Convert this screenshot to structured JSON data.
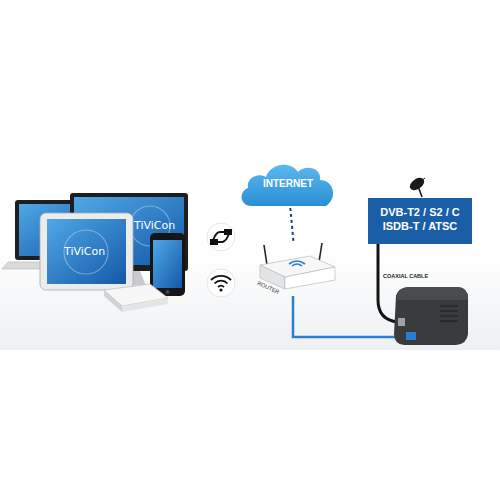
{
  "diagram": {
    "nodes": [
      {
        "text": [
          "INTERNET"
        ]
      },
      {
        "text": [
          "ROUTER"
        ]
      },
      {
        "text": [
          "DVB-T2 / S2 / C ISDB-T / ATSC"
        ]
      }
    ],
    "edges": [
      {
        "from": 0,
        "to": 1,
        "arrow": "none"
      }
    ],
    "labels": [
      "COAXIAL CABLE",
      "TiViCon",
      "TiViCon"
    ]
  }
}
